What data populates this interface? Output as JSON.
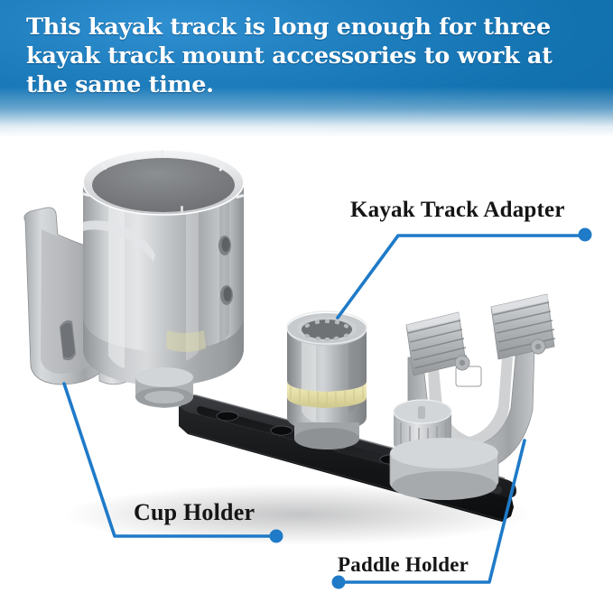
{
  "header": {
    "text": "This kayak track is long enough for three kayak track mount accessories to work at the same time.",
    "background_top_color": "#1e7ebe",
    "background_bottom_color": "#ffffff",
    "text_color": "#ffffff"
  },
  "callouts": [
    {
      "id": "kayak-track-adapter",
      "label": "Kayak Track Adapter",
      "dot_side": "right",
      "dot_color": "#1f7ac8",
      "line_color": "#1f7ac8"
    },
    {
      "id": "cup-holder",
      "label": "Cup Holder",
      "dot_side": "right",
      "dot_color": "#1f7ac8",
      "line_color": "#1f7ac8"
    },
    {
      "id": "paddle-holder",
      "label": "Paddle Holder",
      "dot_side": "left",
      "dot_color": "#1f7ac8",
      "line_color": "#1f7ac8"
    }
  ],
  "product": {
    "components": [
      {
        "name": "cup-holder",
        "color": "#b7b9bb"
      },
      {
        "name": "kayak-track-adapter",
        "color": "#9fa2a5",
        "accent_ring_color": "#e8e3b0"
      },
      {
        "name": "paddle-holder",
        "color": "#b3b6b9"
      },
      {
        "name": "kayak-track-rail",
        "color": "#1a1a1c"
      }
    ],
    "background_color": "#ffffff"
  }
}
